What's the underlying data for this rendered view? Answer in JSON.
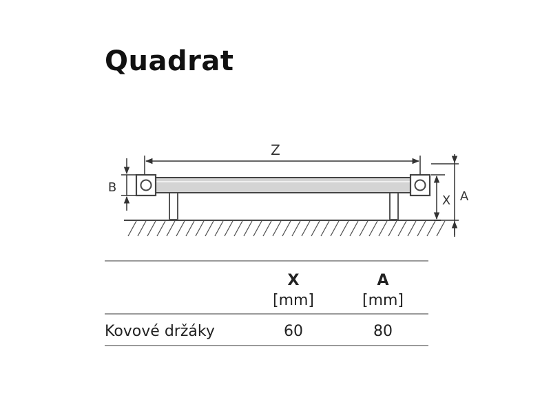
{
  "title": "Quadrat",
  "diagram": {
    "labels": {
      "z": "Z",
      "b": "B",
      "x": "X",
      "a": "A"
    }
  },
  "table": {
    "columns": [
      {
        "name": "X",
        "unit": "[mm]"
      },
      {
        "name": "A",
        "unit": "[mm]"
      }
    ],
    "rows": [
      {
        "label": "Kovové držáky",
        "values": [
          "60",
          "80"
        ]
      }
    ]
  }
}
